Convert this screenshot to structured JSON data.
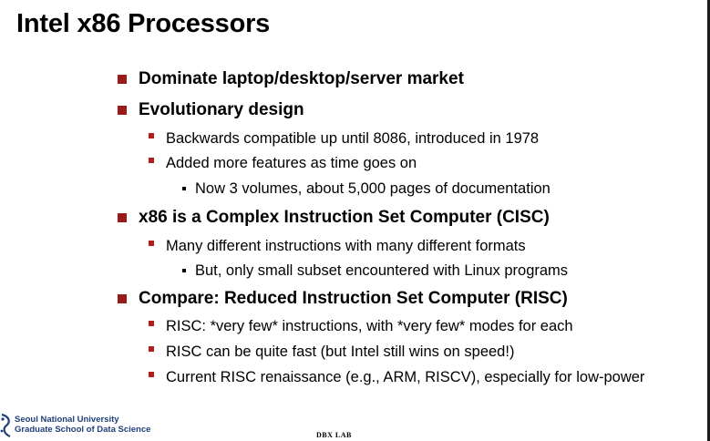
{
  "slide": {
    "title": "Intel x86 Processors",
    "bullets": {
      "b1": "Dominate laptop/desktop/server market",
      "b2": "Evolutionary design",
      "b2_1": "Backwards compatible up until 8086, introduced in 1978",
      "b2_2": "Added more features as time goes on",
      "b2_2_1": "Now 3 volumes, about 5,000 pages of documentation",
      "b3": "x86 is a Complex Instruction Set Computer (CISC)",
      "b3_1": "Many different instructions with many different formats",
      "b3_1_1": "But, only small subset encountered with Linux programs",
      "b4": "Compare: Reduced Instruction Set Computer (RISC)",
      "b4_1": "RISC: *very few* instructions, with *very few* modes for each",
      "b4_2": "RISC can be quite fast (but Intel still wins on speed!)",
      "b4_3": "Current RISC renaissance (e.g., ARM, RISCV), especially for low-power"
    }
  },
  "footer": {
    "university_line1": "Seoul National University",
    "university_line2": "Graduate School of Data Science",
    "lab": "DBX LAB",
    "logo_icon": "snu-emblem-icon"
  },
  "colors": {
    "bullet_level1": "#9b1b1b",
    "bullet_level2": "#b01e1e",
    "logo_text": "#1e3f7a"
  }
}
